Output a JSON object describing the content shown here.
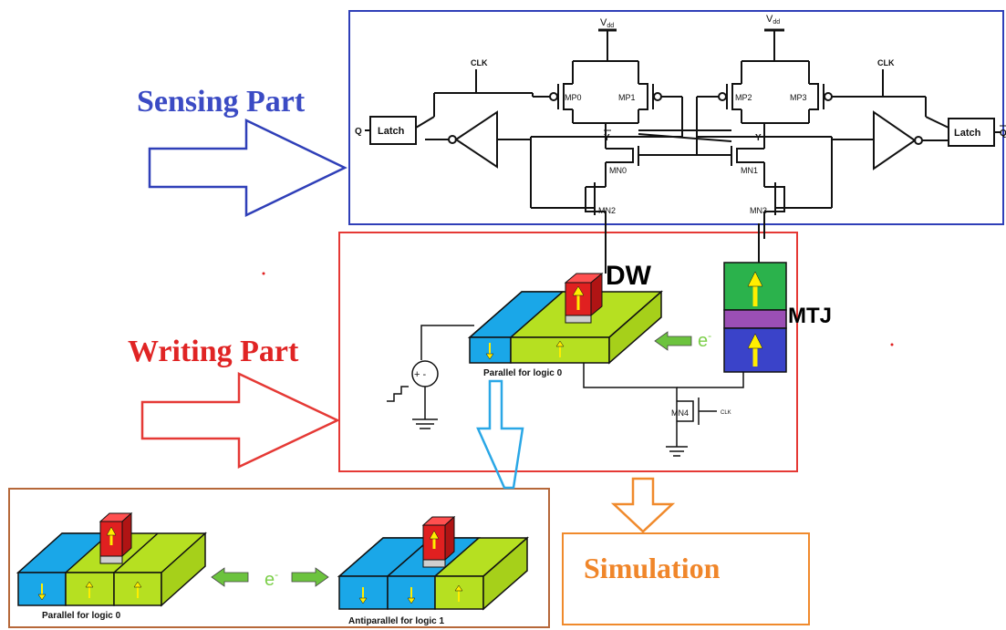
{
  "sections": {
    "sensing": "Sensing Part",
    "writing": "Writing Part",
    "simulation": "Simulation"
  },
  "circuit": {
    "vdd_main": "V",
    "vdd_sub": "dd",
    "clk": "CLK",
    "clk_small": "CLK",
    "latch": "Latch",
    "q": "Q",
    "y": "Y",
    "transistors": {
      "mp0": "MP0",
      "mp1": "MP1",
      "mp2": "MP2",
      "mp3": "MP3",
      "mn0": "MN0",
      "mn1": "MN1",
      "mn2": "MN2",
      "mn3": "MN3",
      "mn4": "MN4"
    },
    "source_symbol": "+ -"
  },
  "writing": {
    "dw": "DW",
    "mtj": "MTJ",
    "electron": "e",
    "electron_sup": "-",
    "caption_top": "Parallel for logic 0"
  },
  "results": {
    "caption_left": "Parallel for logic 0",
    "caption_right": "Antiparallel for logic 1",
    "electron": "e",
    "electron_sup": "-"
  },
  "colors": {
    "sensing_border": "#2f3fb8",
    "writing_border": "#e53935",
    "result_border": "#b6683a",
    "sim_border": "#f08a2c",
    "blue_region": "#1aa7e8",
    "green_region": "#b6e021",
    "mtj_green": "#2bb24c",
    "mtj_purple": "#9b4fb5",
    "mtj_blue": "#3a43c9",
    "head_red": "#e02020",
    "arrow_yellow": "#ffee00",
    "cyan_arrow": "#2aa7e6"
  }
}
